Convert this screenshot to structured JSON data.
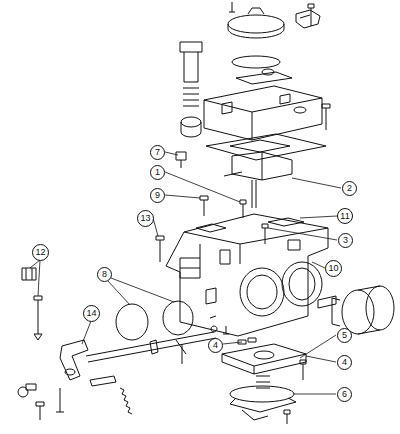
{
  "diagram": {
    "labels": [
      "7",
      "2",
      "1",
      "11",
      "9",
      "3",
      "13",
      "12",
      "10",
      "8",
      "14",
      "5",
      "4",
      "4",
      "6"
    ]
  }
}
